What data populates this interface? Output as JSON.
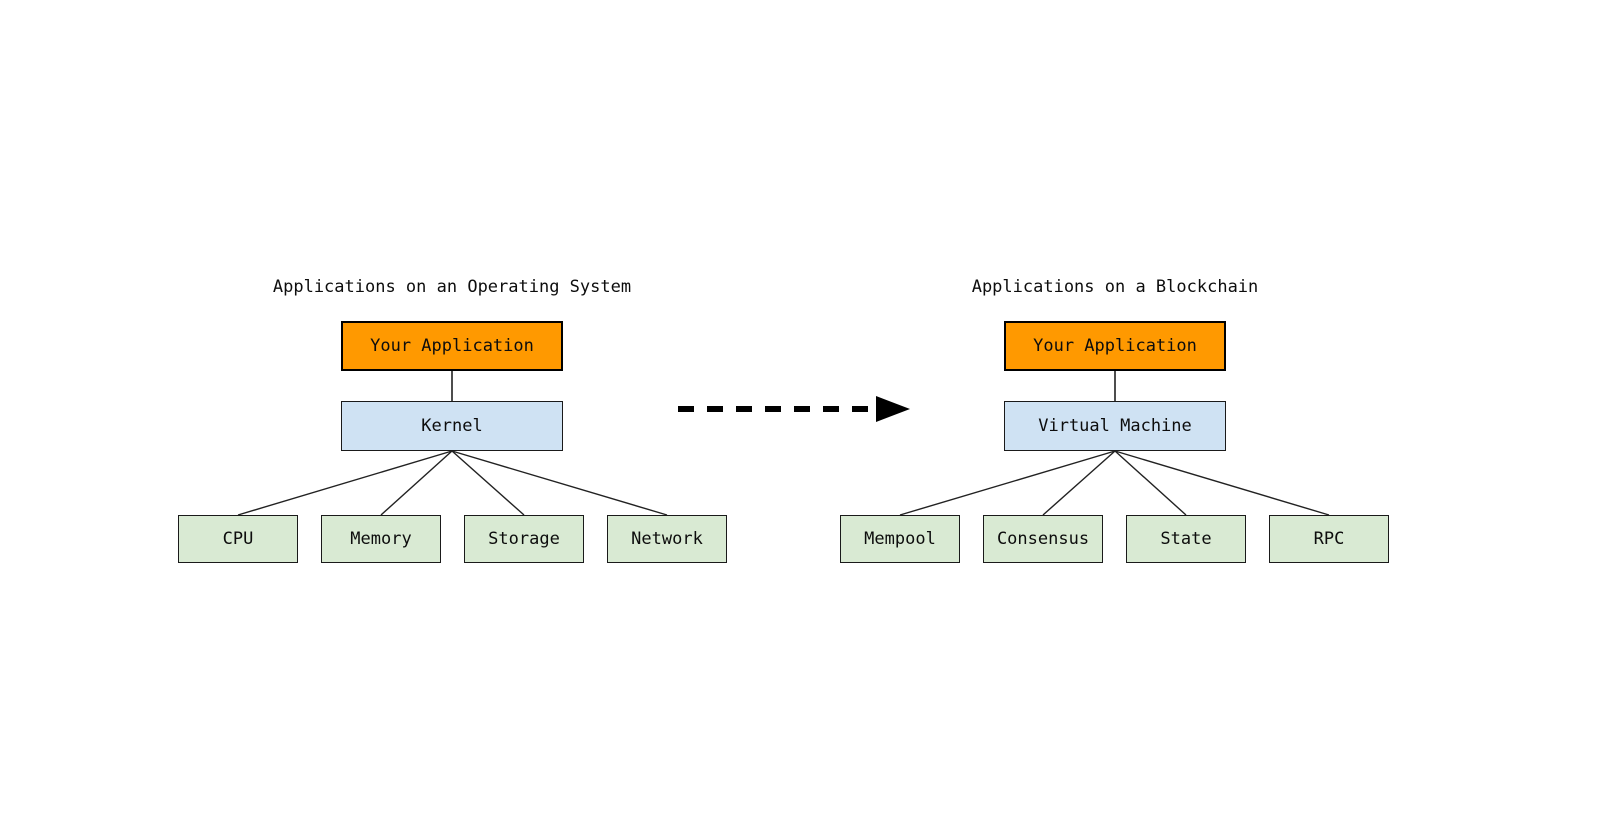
{
  "palette": {
    "page_background": "#ffffff",
    "application_fill": "#ff9900",
    "application_border": "#000000",
    "middle_fill": "#cfe2f3",
    "component_fill": "#d9ead3",
    "box_border": "#1a1a1a",
    "connector_color": "#222222",
    "arrow_color": "#000000",
    "text_color": "#0d0d0d"
  },
  "icons": {
    "arrow": "dashed-right-arrow-icon"
  },
  "left": {
    "title": "Applications on an Operating System",
    "application_label": "Your Application",
    "middle_label": "Kernel",
    "components": [
      "CPU",
      "Memory",
      "Storage",
      "Network"
    ]
  },
  "right": {
    "title": "Applications on a Blockchain",
    "application_label": "Your Application",
    "middle_label": "Virtual Machine",
    "components": [
      "Mempool",
      "Consensus",
      "State",
      "RPC"
    ]
  }
}
